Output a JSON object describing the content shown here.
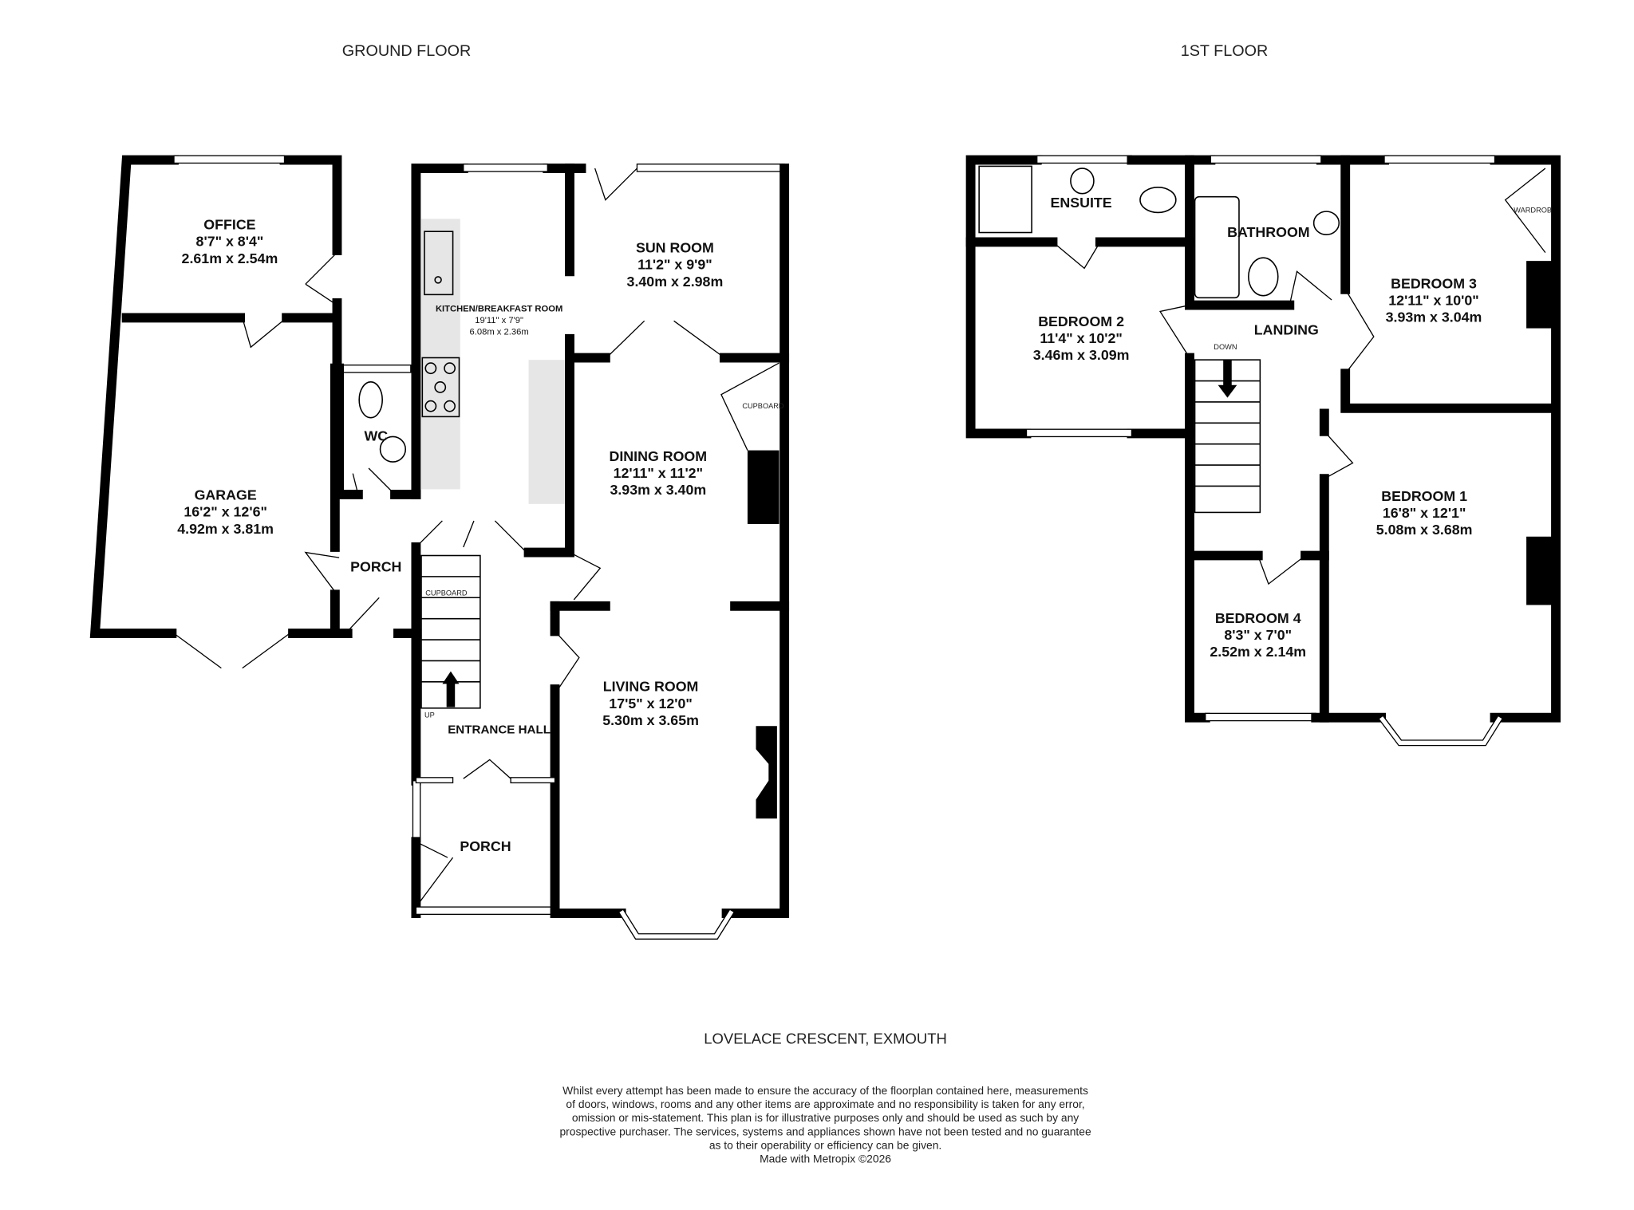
{
  "headers": {
    "ground": "GROUND FLOOR",
    "first": "1ST FLOOR"
  },
  "ground_floor": {
    "rooms": [
      {
        "name": "OFFICE",
        "imperial": "8'7\"  x 8'4\"",
        "metric": "2.61m  x 2.54m"
      },
      {
        "name": "GARAGE",
        "imperial": "16'2\"  x 12'6\"",
        "metric": "4.92m  x 3.81m"
      },
      {
        "name": "SUN ROOM",
        "imperial": "11'2\"  x 9'9\"",
        "metric": "3.40m  x 2.98m"
      },
      {
        "name": "KITCHEN/BREAKFAST ROOM",
        "imperial": "19'11\"  x 7'9\"",
        "metric": "6.08m  x 2.36m"
      },
      {
        "name": "DINING ROOM",
        "imperial": "12'11\"  x 11'2\"",
        "metric": "3.93m  x 3.40m"
      },
      {
        "name": "LIVING ROOM",
        "imperial": "17'5\"  x 12'0\"",
        "metric": "5.30m  x 3.65m"
      },
      {
        "name": "WC"
      },
      {
        "name": "PORCH"
      },
      {
        "name": "ENTRANCE HALL"
      },
      {
        "name": "PORCH"
      }
    ],
    "labels": {
      "cupboard_dining": "CUPBOARD",
      "cupboard_stairs": "CUPBOARD",
      "up": "UP"
    }
  },
  "first_floor": {
    "rooms": [
      {
        "name": "ENSUITE"
      },
      {
        "name": "BATHROOM"
      },
      {
        "name": "BEDROOM 2",
        "imperial": "11'4\"  x 10'2\"",
        "metric": "3.46m  x 3.09m"
      },
      {
        "name": "LANDING"
      },
      {
        "name": "BEDROOM 3",
        "imperial": "12'11\"  x 10'0\"",
        "metric": "3.93m  x 3.04m"
      },
      {
        "name": "BEDROOM 1",
        "imperial": "16'8\"  x 12'1\"",
        "metric": "5.08m  x 3.68m"
      },
      {
        "name": "BEDROOM 4",
        "imperial": "8'3\"  x 7'0\"",
        "metric": "2.52m  x 2.14m"
      }
    ],
    "labels": {
      "down": "DOWN",
      "wardrobe": "WARDROBE"
    }
  },
  "footer": {
    "address": "LOVELACE CRESCENT, EXMOUTH",
    "disclaimer": [
      "Whilst every attempt has been made to ensure the accuracy of the floorplan contained here, measurements",
      "of doors, windows, rooms and any other items are approximate and no responsibility is taken for any error,",
      "omission or mis-statement. This plan is for illustrative purposes only and should be used as such by any",
      "prospective purchaser. The services, systems and appliances shown have not been tested and no guarantee",
      "as to their operability or efficiency can be given."
    ],
    "credit": "Made with Metropix ©2026"
  },
  "colors": {
    "wall": "#000000",
    "worktop": "#e6e6e6",
    "background": "#ffffff"
  }
}
